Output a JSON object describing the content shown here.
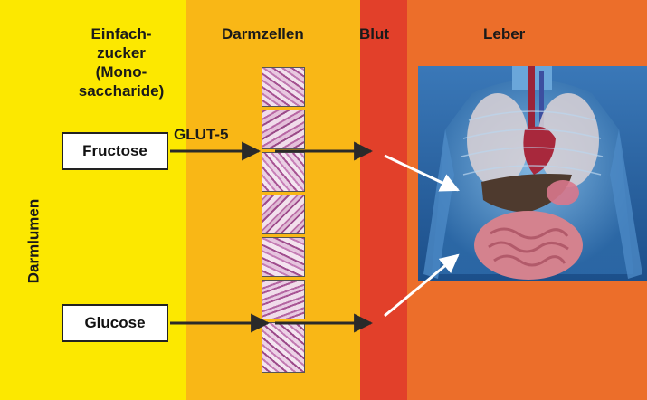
{
  "columns": {
    "einfachzucker": [
      "Einfach-",
      "zucker",
      "(Mono-",
      "saccharide)"
    ],
    "darmzellen": "Darmzellen",
    "blut": "Blut",
    "leber": "Leber"
  },
  "side_label": "Darmlumen",
  "sugars": {
    "fructose": "Fructose",
    "glucose": "Glucose"
  },
  "transporter": "GLUT-5",
  "colors": {
    "lumen": "#fce800",
    "darmzellen": "#f9b716",
    "blut": "#e2402a",
    "leber": "#ec6e2a"
  },
  "images": {
    "cells": "intestinal-cell-micrograph",
    "body": "human-anatomy-organs-illustration"
  }
}
